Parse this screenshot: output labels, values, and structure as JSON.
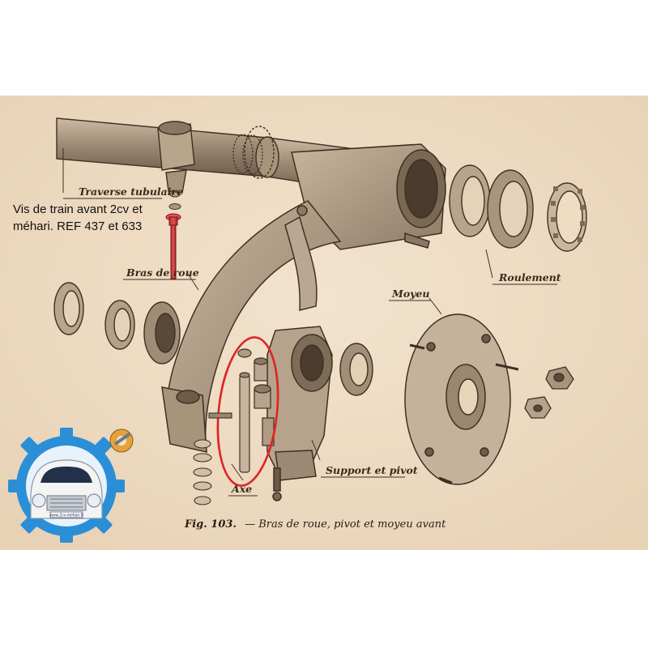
{
  "overlay": {
    "caption": "Vis de train avant 2cv et méhari. REF 437 et 633"
  },
  "diagram": {
    "labels": {
      "traverse": "Traverse tubulaire",
      "bras": "Bras de roue",
      "roulement": "Roulement",
      "moyeu": "Moyeu",
      "axe": "Axe",
      "support": "Support et pivot"
    },
    "figure_caption": {
      "number": "Fig. 103.",
      "text": "— Bras de roue, pivot et moyeu avant"
    }
  },
  "logo": {
    "plate_text": "www.2cv-mehari.fr"
  },
  "colors": {
    "paper": "#efdcc3",
    "ink": "#4a3a2c",
    "highlight": "#e02424",
    "red_screw": "#d23a3a",
    "gear": "#2a8fd6"
  }
}
